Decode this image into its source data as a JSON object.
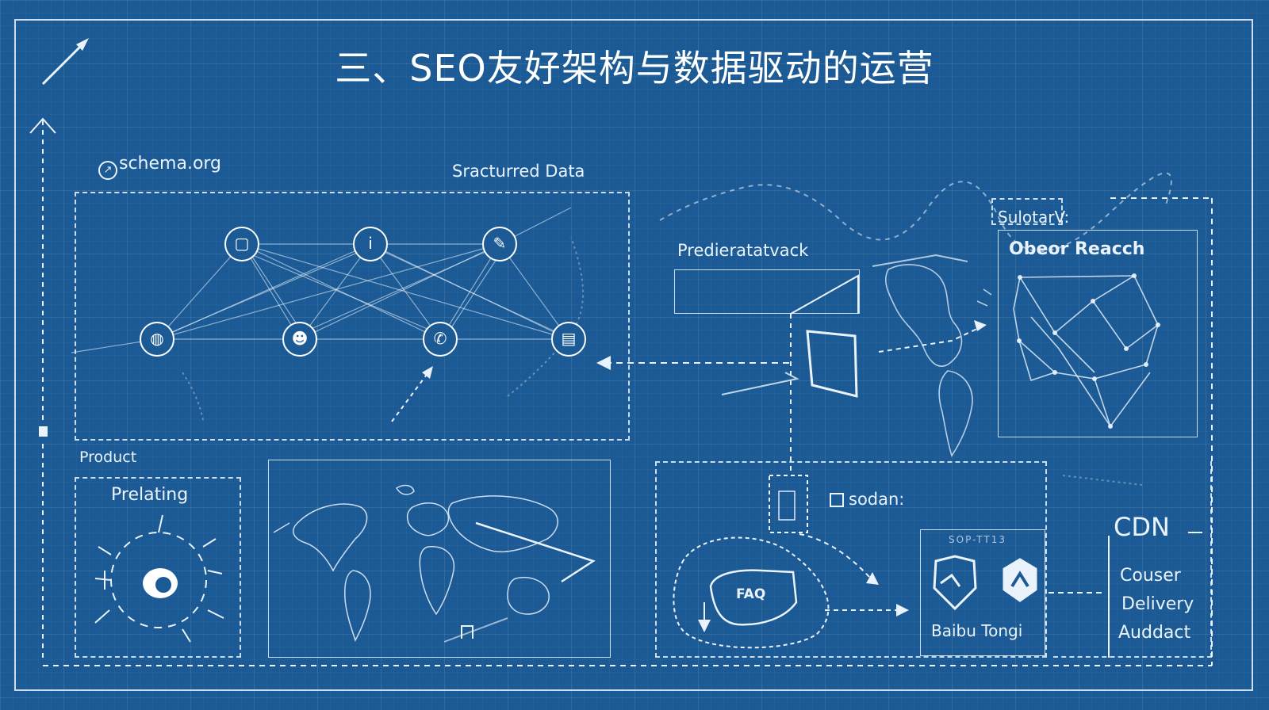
{
  "title": "三、SEO友好架构与数据驱动的运营",
  "labels": {
    "schema": "schema.org",
    "structured": "Sracturred Data",
    "product": "Product",
    "prelating": "Prelating",
    "predictive": "Predieratatvack",
    "solotar": "SulotarV:",
    "obeor": "Obeor Reacch",
    "sodan": "sodan:",
    "faq": "FAQ",
    "small_code": "SOP-TT13",
    "baibu": "Baibu Tongi",
    "cdn": "CDN",
    "couser": "Couser",
    "delivery": "Delivery",
    "auddact": "Auddact"
  },
  "icons": {
    "nodes": [
      "chat-bubble-icon",
      "info-icon",
      "pencil-icon",
      "globe-icon",
      "user-icon",
      "phone-icon",
      "document-icon"
    ],
    "glyphs": [
      "▢",
      "i",
      "✎",
      "◍",
      "☻",
      "✆",
      "▤"
    ]
  }
}
